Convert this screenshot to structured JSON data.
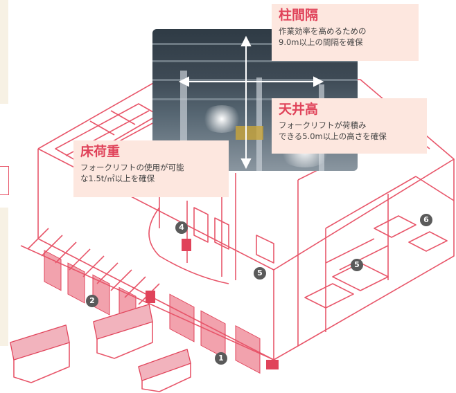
{
  "callouts": {
    "column_spacing": {
      "title": "柱間隔",
      "body": "作業効率を高めるための\n9.0m以上の間隔を確保"
    },
    "ceiling_height": {
      "title": "天井高",
      "body": "フォークリフトが荷積み\nできる5.0m以上の高さを確保"
    },
    "floor_load": {
      "title": "床荷重",
      "body": "フォークリフトの使用が可能\nな1.5t/㎡以上を確保"
    }
  },
  "markers": [
    "1",
    "2",
    "4",
    "5",
    "5",
    "6"
  ],
  "colors": {
    "accent": "#e0435a",
    "line": "#e8566a",
    "callout_bg": "#fde7df",
    "marker_bg": "#5a5a5a"
  }
}
